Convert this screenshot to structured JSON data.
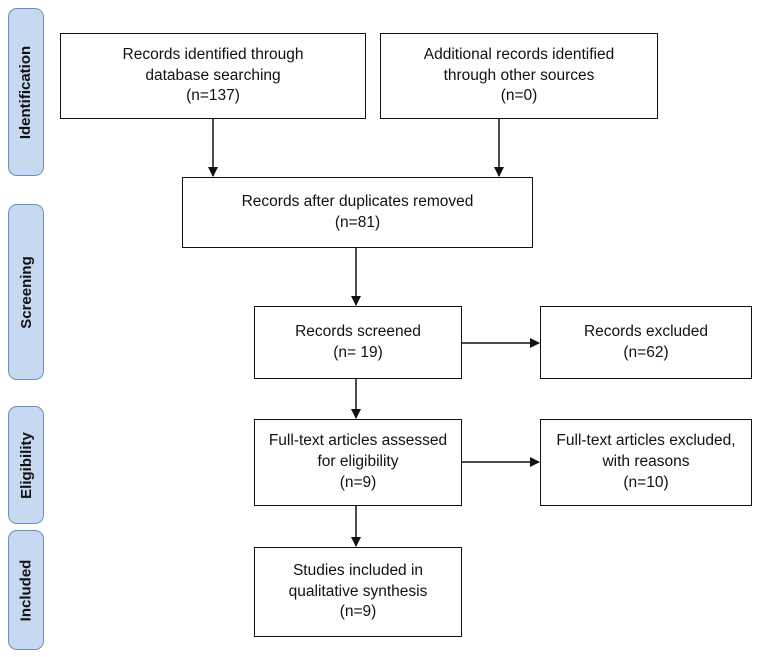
{
  "stages": {
    "identification": "Identification",
    "screening": "Screening",
    "eligibility": "Eligibility",
    "included": "Included"
  },
  "boxes": {
    "database_search": {
      "line1": "Records identified through",
      "line2": "database searching",
      "count": "(n=137)"
    },
    "other_sources": {
      "line1": "Additional records identified",
      "line2": "through other sources",
      "count": "(n=0)"
    },
    "after_duplicates": {
      "line1": "Records after duplicates removed",
      "count": "(n=81)"
    },
    "screened": {
      "line1": "Records screened",
      "count": "(n= 19)"
    },
    "excluded": {
      "line1": "Records excluded",
      "count": "(n=62)"
    },
    "fulltext_assessed": {
      "line1": "Full-text articles assessed",
      "line2": "for eligibility",
      "count": "(n=9)"
    },
    "fulltext_excluded": {
      "line1": "Full-text articles excluded,",
      "line2": "with reasons",
      "count": "(n=10)"
    },
    "included": {
      "line1": "Studies included in",
      "line2": "qualitative synthesis",
      "count": "(n=9)"
    }
  }
}
